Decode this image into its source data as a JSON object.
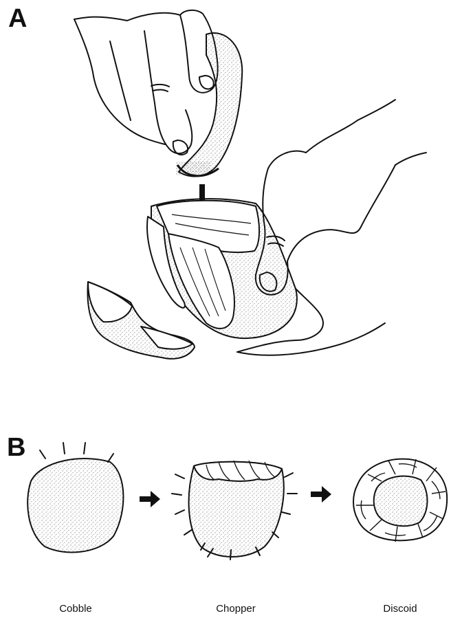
{
  "panel_a": {
    "letter": "A"
  },
  "panel_b": {
    "letter": "B",
    "stages": [
      {
        "label": "Cobble"
      },
      {
        "label": "Chopper"
      },
      {
        "label": "Discoid"
      }
    ]
  },
  "colors": {
    "ink": "#111111",
    "paper": "#ffffff"
  }
}
